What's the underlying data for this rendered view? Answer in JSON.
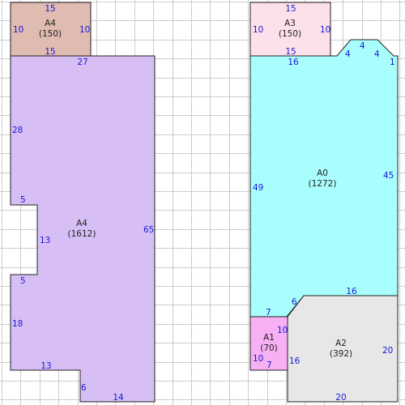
{
  "colors": {
    "grid_line": "#cccccc",
    "outline": "#222222",
    "dimension_text": "#1a1ad6",
    "purple_room": "#d7bff5",
    "brown_room": "#dfbbb2",
    "pink_room": "#fde1ea",
    "cyan_room": "#a8fdfd",
    "magenta_room": "#f7b0f3",
    "grey_room": "#e7e7e7"
  },
  "rooms": [
    {
      "id": "a4_small",
      "name": "A4",
      "area": "(150)",
      "color": "brown_room",
      "dims": [
        "15",
        "10",
        "10",
        "15"
      ]
    },
    {
      "id": "a4_large",
      "name": "A4",
      "area": "(1612)",
      "color": "purple_room",
      "dims": [
        "27",
        "28",
        "5",
        "13",
        "5",
        "18",
        "13",
        "6",
        "14",
        "65"
      ]
    },
    {
      "id": "a3",
      "name": "A3",
      "area": "(150)",
      "color": "pink_room",
      "dims": [
        "15",
        "10",
        "10",
        "15"
      ]
    },
    {
      "id": "a0",
      "name": "A0",
      "area": "(1272)",
      "color": "cyan_room",
      "dims": [
        "16",
        "4",
        "4",
        "4",
        "1",
        "45",
        "49",
        "16",
        "6",
        "7"
      ]
    },
    {
      "id": "a1",
      "name": "A1",
      "area": "(70)",
      "color": "magenta_room",
      "dims": [
        "10",
        "10",
        "7"
      ]
    },
    {
      "id": "a2",
      "name": "A2",
      "area": "(392)",
      "color": "grey_room",
      "dims": [
        "16",
        "20",
        "20"
      ]
    }
  ]
}
